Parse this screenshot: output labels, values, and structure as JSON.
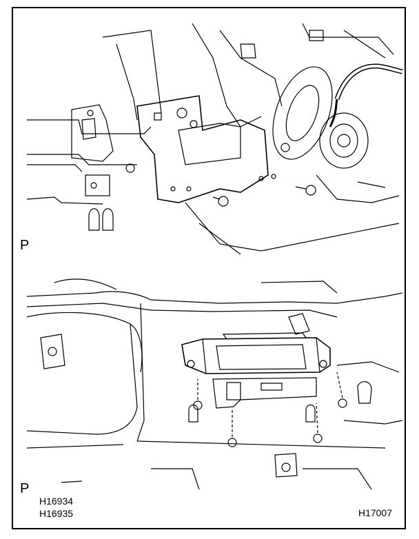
{
  "labels": {
    "top_view_marker": "P",
    "bottom_view_marker": "P",
    "figure_codes_left": [
      "H16934",
      "H16935"
    ],
    "figure_code_right": "H17007"
  },
  "colors": {
    "line": "#000000",
    "background": "#ffffff"
  }
}
